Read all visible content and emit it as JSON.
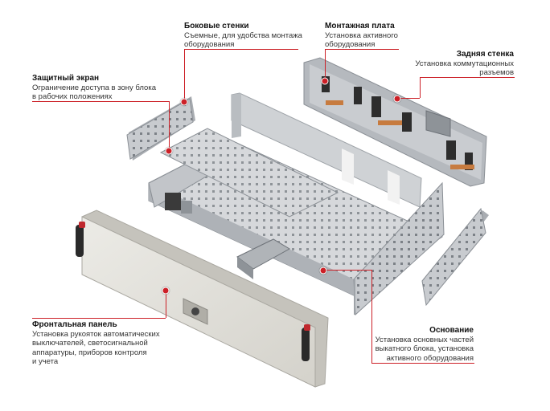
{
  "callouts": {
    "side_walls": {
      "title": "Боковые стенки",
      "line1": "Съемные, для удобства монтажа",
      "line2": "оборудования"
    },
    "mount_plate": {
      "title": "Монтажная плата",
      "line1": "Установка активного",
      "line2": "оборудования"
    },
    "back_wall": {
      "title": "Задняя стенка",
      "line1": "Установка коммутационных",
      "line2": "разъемов"
    },
    "shield": {
      "title": "Защитный экран",
      "line1": "Ограничение доступа в зону блока",
      "line2": "в рабочих положениях"
    },
    "front_panel": {
      "title": "Фронтальная панель",
      "line1": "Установка рукояток автоматических",
      "line2": "выключателей, светосигнальной",
      "line3": "аппаратуры, приборов контроля",
      "line4": "и учета"
    },
    "base": {
      "title": "Основание",
      "line1": "Установка основных частей",
      "line2": "выкатного блока, установка",
      "line3": "активного оборудования"
    }
  },
  "colors": {
    "accent": "#cc2027",
    "metal": "#c9ccd0",
    "metal_dark": "#9ea3a8",
    "panel": "#e4e2dc",
    "handle": "#2a2a2a"
  }
}
